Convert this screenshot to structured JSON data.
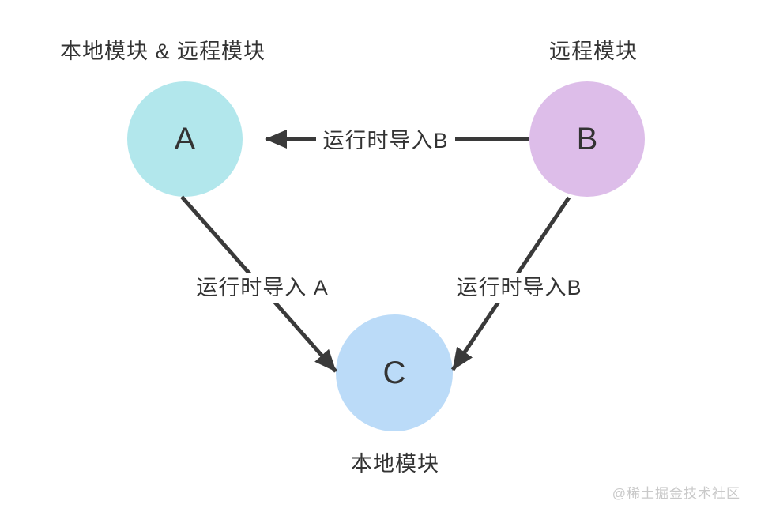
{
  "colors": {
    "background": "#ffffff",
    "line": "#3a3a3a",
    "text": "#333333",
    "watermark": "#c9c9c9",
    "node_a_fill": "#b2e7ec",
    "node_b_fill": "#ddbde9",
    "node_c_fill": "#bbdbf8"
  },
  "nodes": {
    "a": {
      "letter": "A",
      "caption": "本地模块 & 远程模块",
      "fill": "#b2e7ec"
    },
    "b": {
      "letter": "B",
      "caption": "远程模块",
      "fill": "#ddbde9"
    },
    "c": {
      "letter": "C",
      "caption": "本地模块",
      "fill": "#bbdbf8"
    }
  },
  "edges": {
    "b_to_a": {
      "label": "运行时导入B"
    },
    "a_to_c": {
      "label": "运行时导入 A"
    },
    "b_to_c": {
      "label": "运行时导入B"
    }
  },
  "watermark": {
    "text": "@稀土掘金技术社区"
  }
}
